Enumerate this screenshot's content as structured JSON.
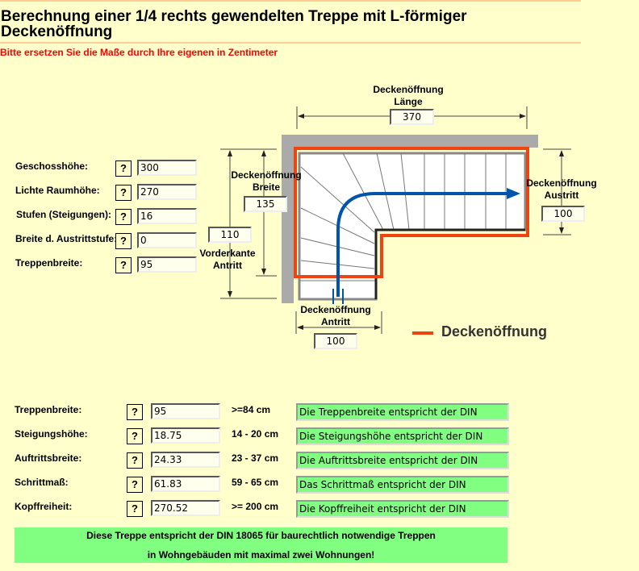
{
  "title": "Berechnung einer 1/4 rechts gewendelten Treppe mit L-förmiger Deckenöffnung",
  "subtitle": "Bitte ersetzen Sie die Maße durch Ihre eigenen in Zentimeter",
  "help_label": "?",
  "inputs": [
    {
      "label": "Geschosshöhe:",
      "value": "300"
    },
    {
      "label": "Lichte Raumhöhe:",
      "value": "270"
    },
    {
      "label": "Stufen (Steigungen):",
      "value": "16"
    },
    {
      "label": "Breite d. Austrittstufe:",
      "value": "0"
    },
    {
      "label": "Treppenbreite:",
      "value": "95"
    }
  ],
  "diagram": {
    "laenge": {
      "label1": "Deckenöffnung",
      "label2": "Länge",
      "value": "370"
    },
    "breite": {
      "label1": "Deckenöffnung",
      "label2": "Breite",
      "value": "135"
    },
    "vorderkante": {
      "label1": "Vorderkante",
      "label2": "Antritt",
      "value": "110"
    },
    "austritt": {
      "label1": "Deckenöffnung",
      "label2": "Austritt",
      "value": "100"
    },
    "antritt": {
      "label1": "Deckenöffnung",
      "label2": "Antritt",
      "value": "100"
    },
    "legend": "Deckenöffnung",
    "colors": {
      "opening": "#EE4411",
      "walk": "#0055AA",
      "wall": "#AAAAAA"
    }
  },
  "results": [
    {
      "label": "Treppenbreite:",
      "value": "95",
      "range": ">=84 cm",
      "status": "Die Treppenbreite entspricht der DIN"
    },
    {
      "label": "Steigungshöhe:",
      "value": "18.75",
      "range": "14 - 20 cm",
      "status": "Die Steigungshöhe entspricht der DIN"
    },
    {
      "label": "Auftrittsbreite:",
      "value": "24.33",
      "range": "23 - 37 cm",
      "status": "Die Auftrittsbreite entspricht der DIN"
    },
    {
      "label": "Schrittmaß:",
      "value": "61.83",
      "range": "59 - 65 cm",
      "status": "Das Schrittmaß entspricht der DIN"
    },
    {
      "label": "Kopffreiheit:",
      "value": "270.52",
      "range": ">= 200 cm",
      "status": "Die Kopffreiheit entspricht der DIN"
    }
  ],
  "summary": {
    "line1": "Diese Treppe entspricht der DIN 18065 für baurechtlich notwendige Treppen",
    "line2": "in Wohngebäuden mit maximal zwei Wohnungen!"
  }
}
